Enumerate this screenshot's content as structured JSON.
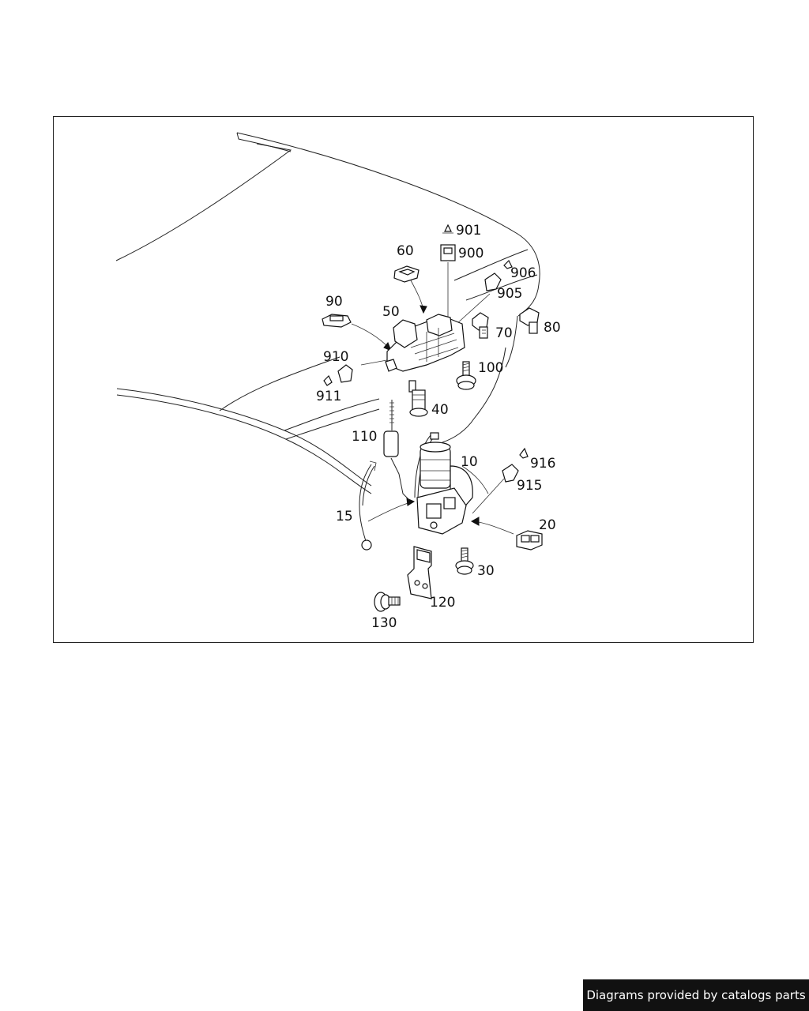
{
  "diagram": {
    "part_numbers": {
      "p10": "10",
      "p15": "15",
      "p20": "20",
      "p30": "30",
      "p40": "40",
      "p50": "50",
      "p60": "60",
      "p70": "70",
      "p80": "80",
      "p90": "90",
      "p100": "100",
      "p110": "110",
      "p120": "120",
      "p130": "130",
      "p900": "900",
      "p901": "901",
      "p905": "905",
      "p906": "906",
      "p910": "910",
      "p911": "911",
      "p915": "915",
      "p916": "916"
    }
  },
  "footer": {
    "credit": "Diagrams provided by catalogs parts"
  }
}
